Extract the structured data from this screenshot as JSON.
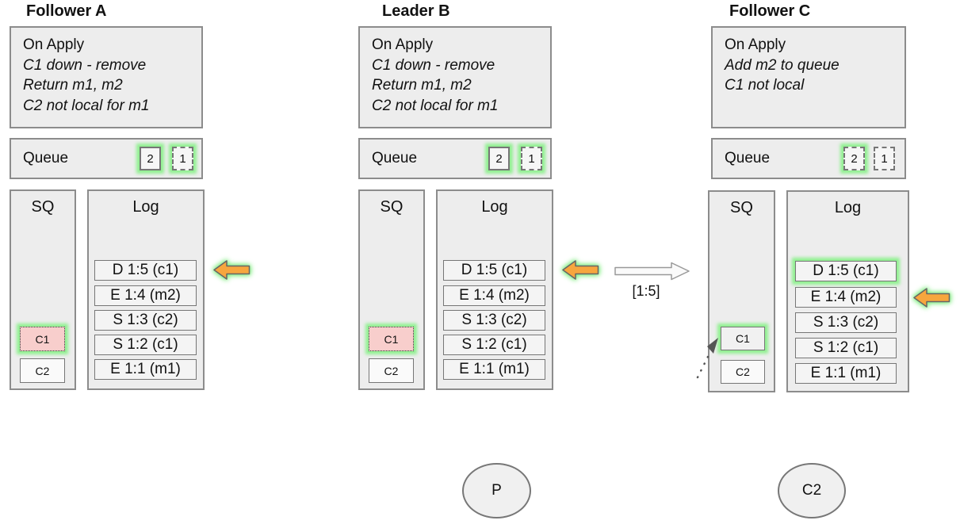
{
  "columns": [
    {
      "title": "Follower A",
      "on_apply": {
        "header": "On Apply",
        "lines": [
          "C1 down - remove",
          "Return m1, m2",
          "C2 not local for m1"
        ]
      },
      "queue": {
        "label": "Queue",
        "items": [
          "2",
          "1"
        ]
      },
      "sq": {
        "label": "SQ",
        "items": [
          "C1",
          "C2"
        ]
      },
      "log": {
        "label": "Log",
        "entries": [
          "D 1:5 (c1)",
          "E 1:4 (m2)",
          "S 1:3 (c2)",
          "S 1:2 (c1)",
          "E 1:1 (m1)"
        ]
      }
    },
    {
      "title": "Leader B",
      "on_apply": {
        "header": "On Apply",
        "lines": [
          "C1 down - remove",
          "Return m1, m2",
          "C2 not local for m1"
        ]
      },
      "queue": {
        "label": "Queue",
        "items": [
          "2",
          "1"
        ]
      },
      "sq": {
        "label": "SQ",
        "items": [
          "C1",
          "C2"
        ]
      },
      "log": {
        "label": "Log",
        "entries": [
          "D 1:5 (c1)",
          "E 1:4 (m2)",
          "S 1:3 (c2)",
          "S 1:2 (c1)",
          "E 1:1 (m1)"
        ]
      }
    },
    {
      "title": "Follower C",
      "on_apply": {
        "header": "On Apply",
        "lines": [
          "Add m2 to queue",
          "C1 not local"
        ]
      },
      "queue": {
        "label": "Queue",
        "items": [
          "2",
          "1"
        ]
      },
      "sq": {
        "label": "SQ",
        "items": [
          "C1",
          "C2"
        ]
      },
      "log": {
        "label": "Log",
        "entries": [
          "D 1:5 (c1)",
          "E 1:4 (m2)",
          "S 1:3 (c2)",
          "S 1:2 (c1)",
          "E 1:1 (m1)"
        ]
      }
    }
  ],
  "replication_arrow": {
    "label": "[1:5]"
  },
  "actors": {
    "proposer": "P",
    "consumer": "C2"
  },
  "colors": {
    "panel_fill": "#ededed",
    "panel_border": "#8c8c8c",
    "entry_fill": "#f4f4f4",
    "highlight_glow": "#90f090",
    "apply_arrow_orange": "#f7a63e",
    "pending_pink": "#f8cecc",
    "replicate_arrow_fill": "#fafafa"
  }
}
